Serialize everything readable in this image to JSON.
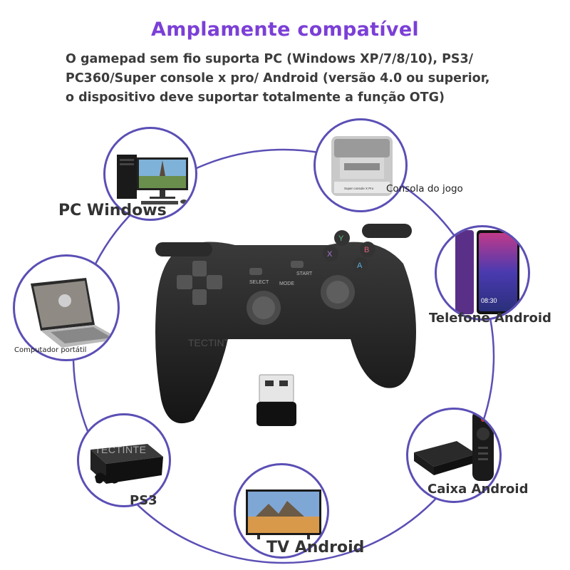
{
  "header": {
    "title": "Amplamente compatível",
    "description_lines": [
      "O gamepad sem fio suporta PC (Windows XP/7/8/10), PS3/",
      "PC360/Super console x pro/ Android (versão 4.0 ou superior,",
      "o dispositivo deve suportar totalmente a função OTG)"
    ]
  },
  "devices": {
    "pc": {
      "label": "PC Windows",
      "icon": "desktop-pc-icon"
    },
    "console": {
      "label": "Consola do jogo",
      "icon": "retro-console-icon",
      "console_text": "Super console X Pro"
    },
    "phone": {
      "label": "Telefone Android",
      "icon": "android-phone-icon",
      "clock": "08:30"
    },
    "laptop": {
      "label": "Computador portátil",
      "icon": "laptop-icon"
    },
    "ps3": {
      "label": "PS3",
      "icon": "ps3-console-icon",
      "watermark": "TECTINTE"
    },
    "tv": {
      "label": "TV Android",
      "icon": "tv-icon"
    },
    "box": {
      "label": "Caixa Android",
      "icon": "tv-box-remote-icon"
    }
  },
  "gamepad": {
    "buttons": {
      "y": "Y",
      "b": "B",
      "x": "X",
      "a": "A",
      "select": "SELECT",
      "mode": "MODE",
      "start": "START"
    },
    "watermark": "TECTINTER"
  },
  "colors": {
    "title": "#7b3fd6",
    "ring": "#5b4fb5",
    "text": "#3c3c3c"
  }
}
